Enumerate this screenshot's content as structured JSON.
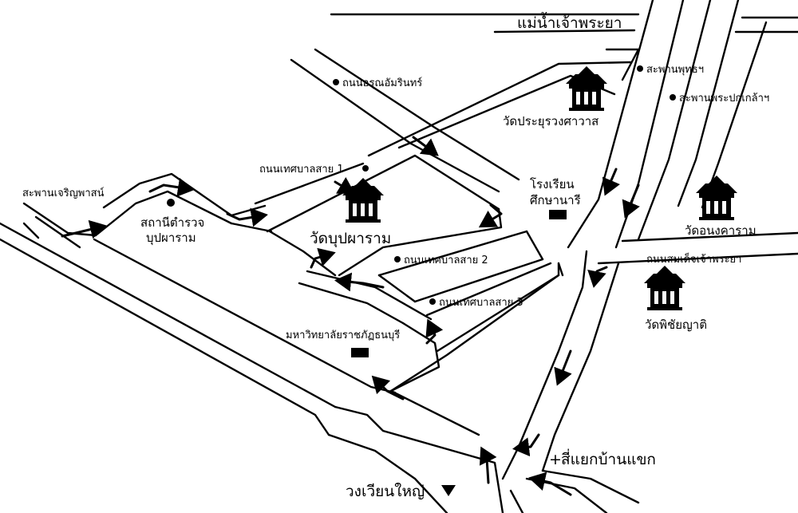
{
  "colors": {
    "ink": "#000000",
    "paper": "#ffffff"
  },
  "labels": {
    "river": "แม่น้ำเจ้าพระยา",
    "bridge_phut": "สะพานพุทธฯ",
    "bridge_pokklao": "สะพานพระปกเกล้าฯ",
    "bridge_charoen": "สะพานเจริญพาสน์",
    "road_achan": "ถนนอรุณอัมรินทร์",
    "road_tetsaban1": "ถนนเทศบาลสาย 1",
    "road_tetsaban2": "ถนนเทศบาลสาย 2",
    "road_tetsaban3": "ถนนเทศบาลสาย 3",
    "road_somdet": "ถนนสมเด็จเจ้าพระยา",
    "wat_prayurawong": "วัดประยุรวงศาวาส",
    "wat_bupparam": "วัดบุปผาราม",
    "wat_anongkaram": "วัดอนงคาราม",
    "wat_phichaiyat": "วัดพิชัยญาติ",
    "school_1": "โรงเรียน",
    "school_2": "ศึกษานารี",
    "police_1": "สถานีตำรวจ",
    "police_2": "บุปผาราม",
    "university": "มหาวิทยาลัยราชภัฏธนบุรี",
    "banpaeng": "สี่แยกบ้านแขก",
    "wongwian": "วงเวียนใหญ่"
  },
  "icons": {
    "temple": "temple-icon",
    "marker": "dot-marker-icon",
    "building": "building-block-icon",
    "direction": "triangle-down-icon",
    "junction": "plus-icon"
  }
}
